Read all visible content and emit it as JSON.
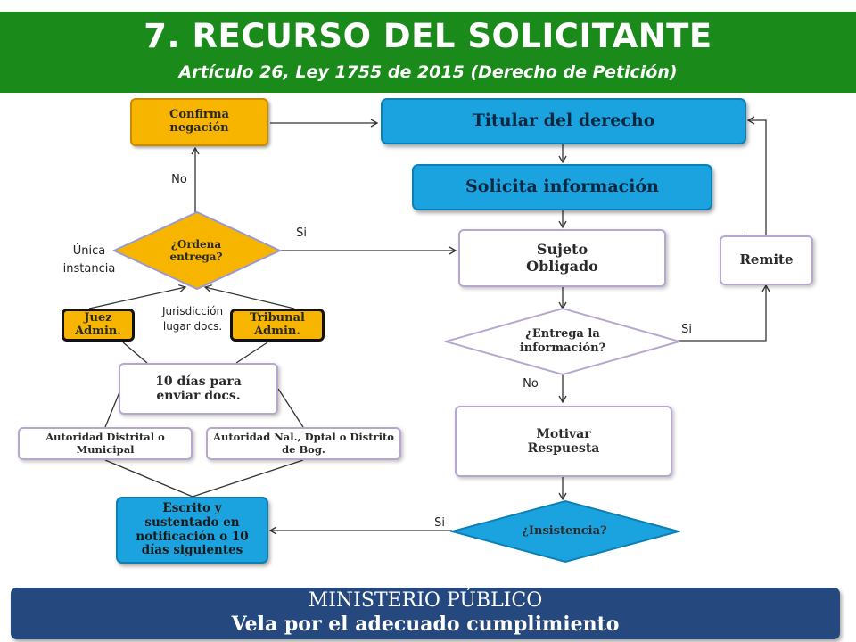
{
  "header": {
    "title": "7. RECURSO DEL SOLICITANTE",
    "subtitle": "Artículo 26, Ley 1755 de 2015 (Derecho de Petición)"
  },
  "nodes": {
    "confirma": "Confirma negación",
    "titular": "Titular del derecho",
    "solicita": "Solicita información",
    "sujeto": "Sujeto Obligado",
    "remite": "Remite",
    "ordena": "¿Ordena entrega?",
    "entrega": "¿Entrega la información?",
    "juez": "Juez Admin.",
    "tribunal": "Tribunal Admin.",
    "diez_dias": "10 días para enviar docs.",
    "autoridad_distrital": "Autoridad Distrital o Municipal",
    "autoridad_nal": "Autoridad Nal., Dptal o Distrito de Bog.",
    "motivar": "Motivar Respuesta",
    "escrito": "Escrito y sustentado en notificación o 10 días siguientes",
    "insistencia": "¿Insistencia?"
  },
  "labels": {
    "no_top": "No",
    "si_ordena": "Si",
    "unica_instancia": "Única instancia",
    "jurisdiccion": "Jurisdicción lugar docs.",
    "si_entrega": "Si",
    "no_entrega": "No",
    "si_insistencia": "Si"
  },
  "footer": {
    "line1": "MINISTERIO PÚBLICO",
    "line2": "Vela por el adecuado cumplimiento"
  },
  "colors": {
    "header": "#1a8a1a",
    "orange": "#f7b500",
    "blue": "#1aa3df",
    "footer": "#25497f"
  }
}
